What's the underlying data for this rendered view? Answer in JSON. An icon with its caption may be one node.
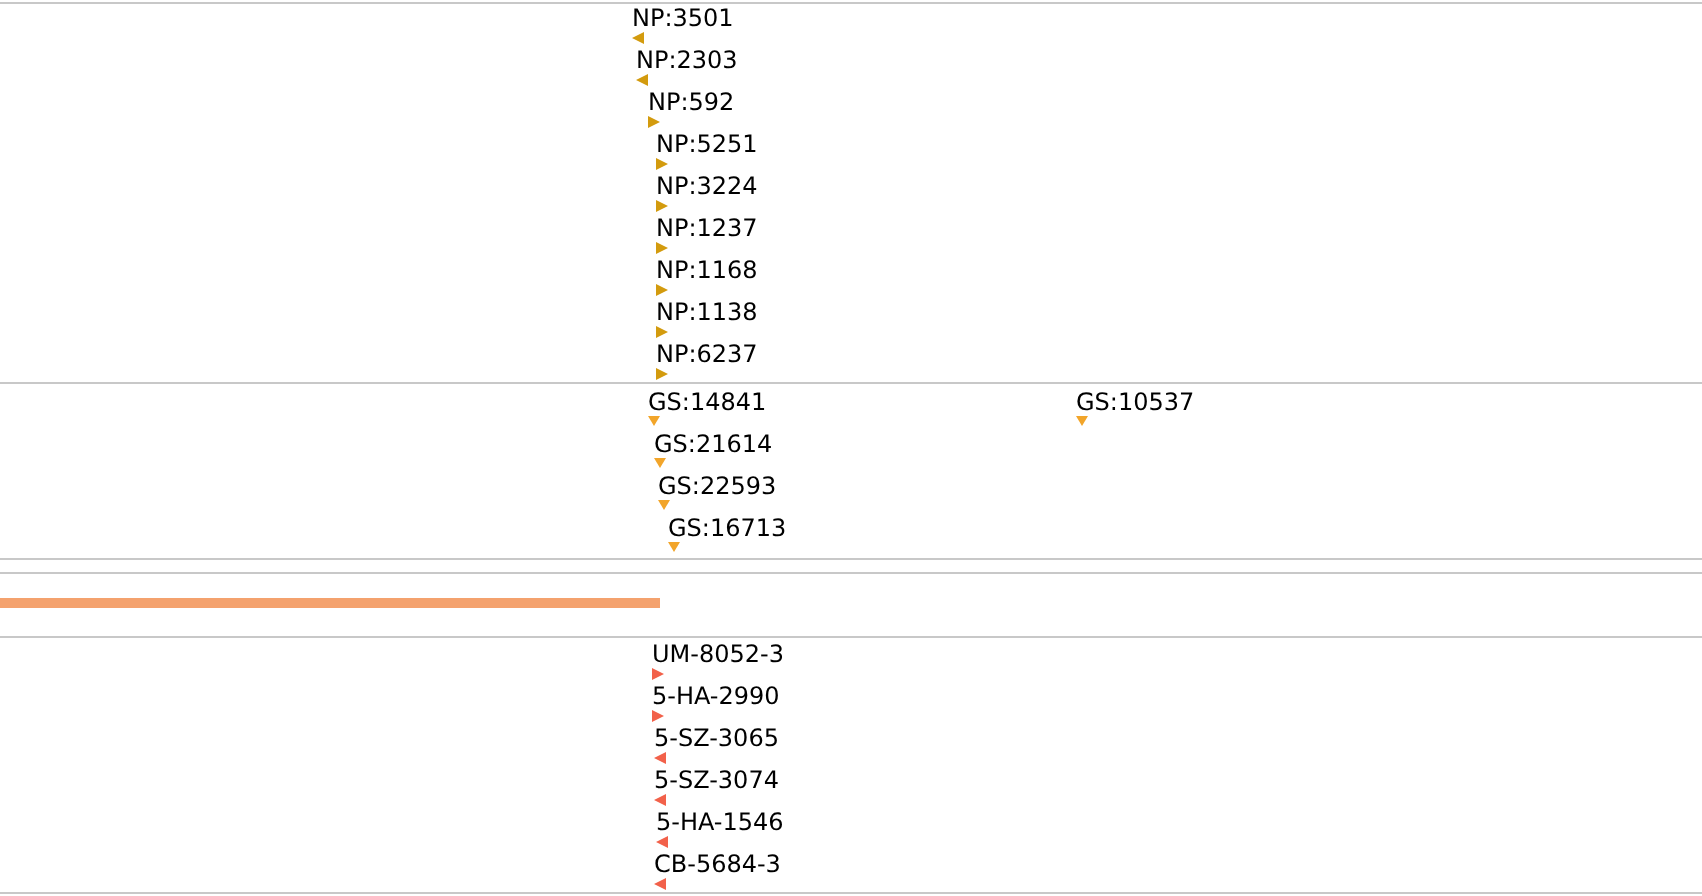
{
  "diagram": {
    "labels": [
      "NP:3501",
      "NP:2303",
      "NP:592",
      "NP:5251",
      "NP:3224",
      "NP:1237",
      "NP:1168",
      "NP:1138",
      "NP:6237",
      "GS:14841",
      "GS:10537",
      "GS:21614",
      "GS:22593",
      "GS:16713",
      "UM-8052-3",
      "5-HA-2990",
      "5-SZ-3065",
      "5-SZ-3074",
      "5-HA-1546",
      "CB-5684-3"
    ]
  }
}
